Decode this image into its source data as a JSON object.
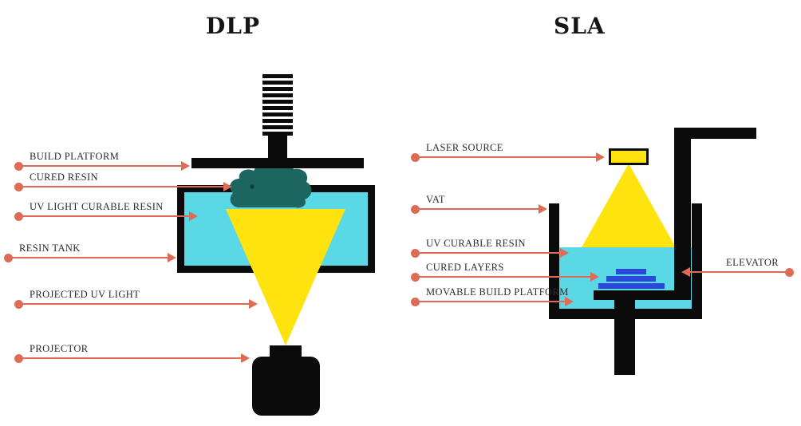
{
  "diagram": {
    "dlp": {
      "title": "DLP",
      "labels": [
        {
          "text": "BUILD PLATFORM"
        },
        {
          "text": "CURED RESIN"
        },
        {
          "text": "UV LIGHT CURABLE RESIN"
        },
        {
          "text": "RESIN TANK"
        },
        {
          "text": "PROJECTED UV LIGHT"
        },
        {
          "text": "PROJECTOR"
        }
      ]
    },
    "sla": {
      "title": "SLA",
      "labels": [
        {
          "text": "LASER SOURCE"
        },
        {
          "text": "VAT"
        },
        {
          "text": "UV CURABLE RESIN"
        },
        {
          "text": "CURED LAYERS"
        },
        {
          "text": "MOVABLE BUILD PLATFORM"
        },
        {
          "text": "ELEVATOR"
        }
      ]
    },
    "colors": {
      "resin_cyan": "#5BD8E5",
      "uv_yellow": "#FFE30F",
      "cured_resin_teal": "#1C665F",
      "cured_layers_blue": "#2B49D8",
      "callout_red": "#DD6B55",
      "ink_black": "#0B0B0B"
    }
  }
}
